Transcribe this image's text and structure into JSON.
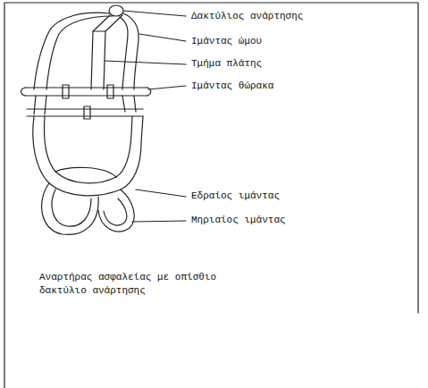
{
  "diagram": {
    "caption": "Αναρτήρας ασφαλείας με οπίσθιο δακτύλιο ανάρτησης",
    "labels": [
      "Δακτύλιος ανάρτησης",
      "Ιμάντας ώμου",
      "Τμήμα πλάτης",
      "Ιμάντας θώρακα",
      "Εδραίος ιμάντας",
      "Μηριαίος ιμάντας"
    ]
  }
}
